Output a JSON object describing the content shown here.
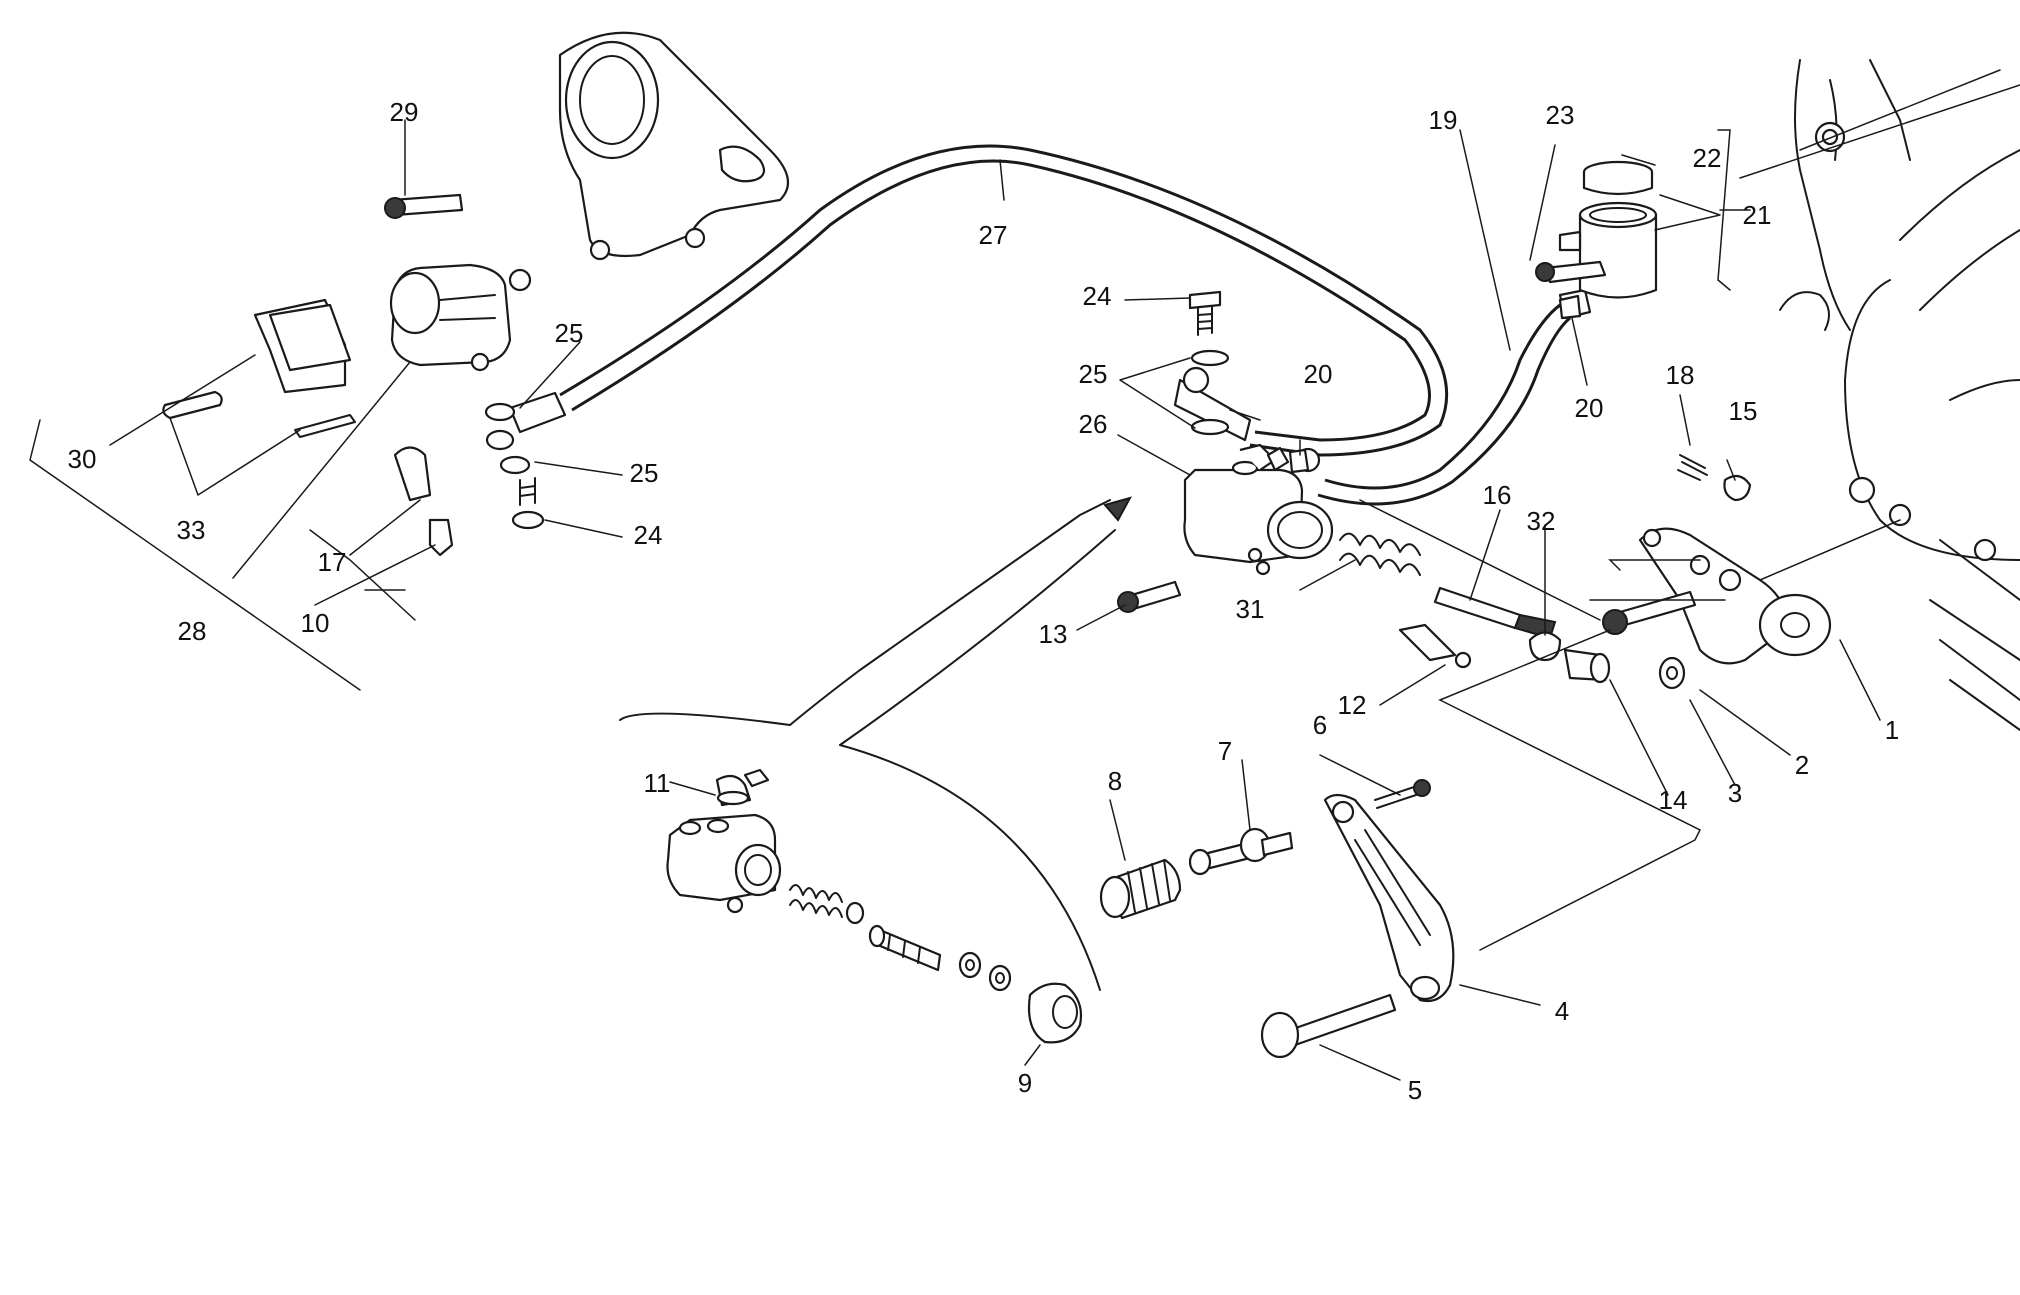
{
  "diagram": {
    "labels": [
      {
        "id": "1",
        "text": "1"
      },
      {
        "id": "2",
        "text": "2"
      },
      {
        "id": "3",
        "text": "3"
      },
      {
        "id": "4",
        "text": "4"
      },
      {
        "id": "5",
        "text": "5"
      },
      {
        "id": "6",
        "text": "6"
      },
      {
        "id": "7",
        "text": "7"
      },
      {
        "id": "8",
        "text": "8"
      },
      {
        "id": "9",
        "text": "9"
      },
      {
        "id": "10",
        "text": "10"
      },
      {
        "id": "11",
        "text": "11"
      },
      {
        "id": "12",
        "text": "12"
      },
      {
        "id": "13",
        "text": "13"
      },
      {
        "id": "14",
        "text": "14"
      },
      {
        "id": "15",
        "text": "15"
      },
      {
        "id": "16",
        "text": "16"
      },
      {
        "id": "17",
        "text": "17"
      },
      {
        "id": "18",
        "text": "18"
      },
      {
        "id": "19",
        "text": "19"
      },
      {
        "id": "20a",
        "text": "20"
      },
      {
        "id": "20b",
        "text": "20"
      },
      {
        "id": "21",
        "text": "21"
      },
      {
        "id": "22",
        "text": "22"
      },
      {
        "id": "23",
        "text": "23"
      },
      {
        "id": "24a",
        "text": "24"
      },
      {
        "id": "24b",
        "text": "24"
      },
      {
        "id": "25a",
        "text": "25"
      },
      {
        "id": "25b",
        "text": "25"
      },
      {
        "id": "25c",
        "text": "25"
      },
      {
        "id": "26",
        "text": "26"
      },
      {
        "id": "27",
        "text": "27"
      },
      {
        "id": "28",
        "text": "28"
      },
      {
        "id": "29",
        "text": "29"
      },
      {
        "id": "30",
        "text": "30"
      },
      {
        "id": "31",
        "text": "31"
      },
      {
        "id": "32",
        "text": "32"
      },
      {
        "id": "33",
        "text": "33"
      }
    ]
  }
}
